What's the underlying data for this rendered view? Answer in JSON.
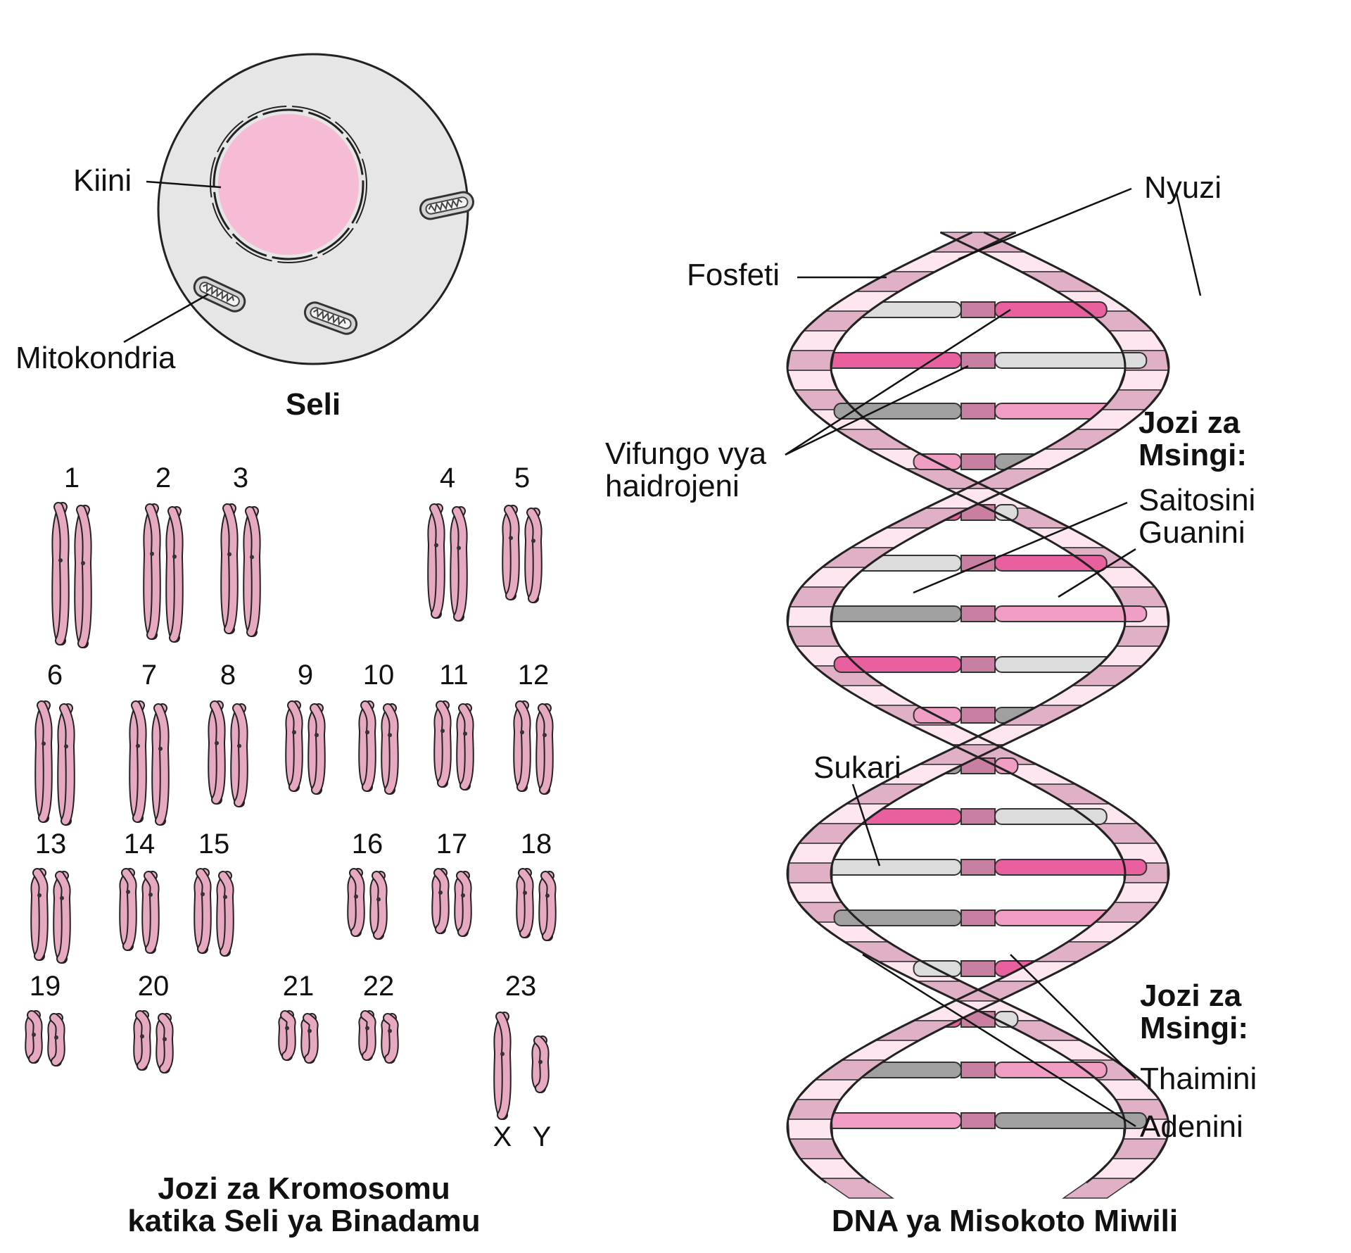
{
  "cell": {
    "title": "Seli",
    "nucleus_label": "Kiini",
    "mitochondria_label": "Mitokondria"
  },
  "chromosomes": {
    "title_line1": "Jozi za Kromosomu",
    "title_line2": "katika Seli ya Binadamu",
    "pair_numbers": [
      "1",
      "2",
      "3",
      "4",
      "5",
      "6",
      "7",
      "8",
      "9",
      "10",
      "11",
      "12",
      "13",
      "14",
      "15",
      "16",
      "17",
      "18",
      "19",
      "20",
      "21",
      "22",
      "23"
    ],
    "sex_x": "X",
    "sex_y": "Y"
  },
  "dna": {
    "title": "DNA ya Misokoto Miwili",
    "strand_label": "Nyuzi",
    "phosphate_label": "Fosfeti",
    "hydrogen_bonds_line1": "Vifungo vya",
    "hydrogen_bonds_line2": "haidrojeni",
    "sugar_label": "Sukari",
    "base_pairs_1_line1": "Jozi za",
    "base_pairs_1_line2": "Msingi:",
    "cytosine_label": "Saitosini",
    "guanine_label": "Guanini",
    "base_pairs_2_line1": "Jozi za",
    "base_pairs_2_line2": "Msingi:",
    "thymine_label": "Thaimini",
    "adenine_label": "Adenini"
  },
  "colors": {
    "cytoplasm": "#e6e6e6",
    "nucleus": "#f6bcd6",
    "chromosome": "#e7a9c2",
    "strand_dark": "#e0b0c6",
    "strand_light": "#fde6ef",
    "cytosine": "#dcdcdc",
    "guanine": "#e9609e",
    "thymine": "#f19ec4",
    "adenine": "#a0a0a0",
    "hbond": "#c97fa2"
  }
}
